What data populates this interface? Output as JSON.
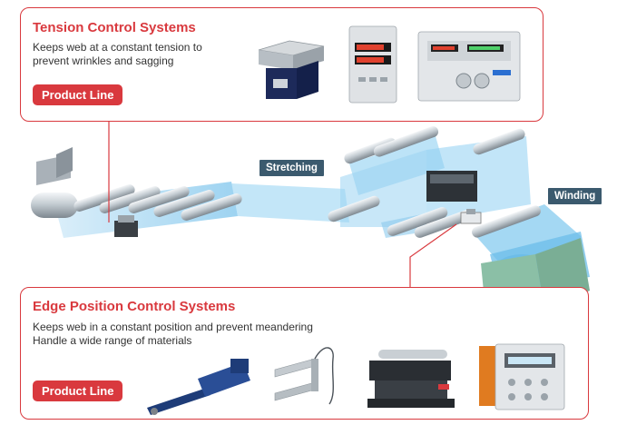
{
  "tension": {
    "title": "Tension Control Systems",
    "description": "Keeps web at a constant tension to\nprevent wrinkles and sagging",
    "product_line": "Product Line"
  },
  "edge": {
    "title": "Edge Position Control Systems",
    "description": "Keeps web in a constant position and prevent meandering\nHandle a wide range of materials",
    "product_line": "Product Line"
  },
  "stages": {
    "stretching": "Stretching",
    "winding": "Winding"
  },
  "colors": {
    "accent": "#d9393e",
    "label_bg": "#3b5a6e",
    "web": "#9fd3f2"
  }
}
